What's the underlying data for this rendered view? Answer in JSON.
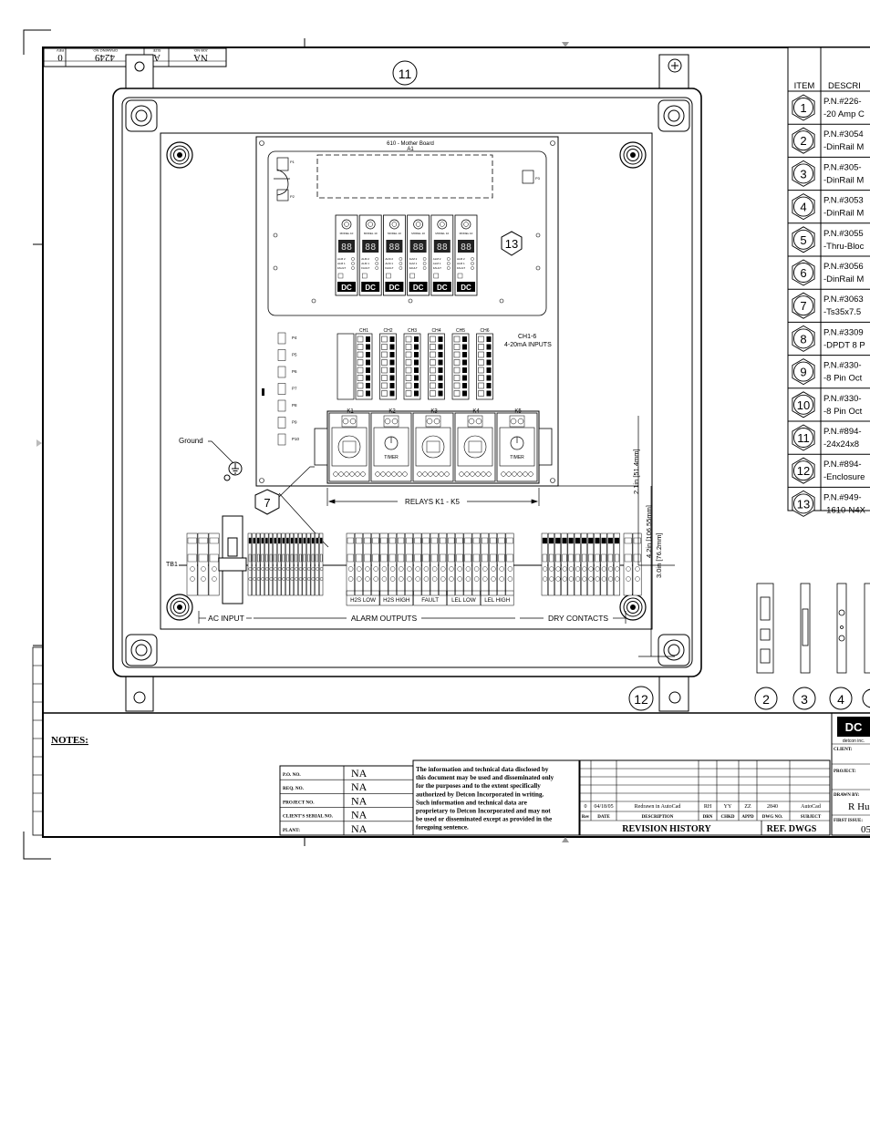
{
  "title_block_top": {
    "rev": "0",
    "rev_label": "REV",
    "drawing_no": "4249",
    "drawing_no_label": "DRAWING NO.",
    "size": "A",
    "size_label": "SIZE",
    "job_no": "NA",
    "job_no_label": "JOB NO."
  },
  "enclosure": {
    "callout_11": "11",
    "callout_12": "12",
    "callout_13": "13",
    "callout_7": "7"
  },
  "mother_board": {
    "title": "610 - Mother Board",
    "subtitle": "A1",
    "connector_labels": [
      "P1",
      "P2",
      "P3"
    ],
    "module_label": "MODEL 10",
    "module_count": 6,
    "module_logo": "DC",
    "alarm_labels": [
      "ALM 2",
      "ALM 1",
      "FAULT"
    ]
  },
  "channels": {
    "labels": [
      "CH1",
      "CH2",
      "CH3",
      "CH4",
      "CH5",
      "CH6"
    ],
    "note_line1": "CH1-6",
    "note_line2": "4-20mA INPUTS",
    "side_labels": [
      "P4",
      "P5",
      "P6",
      "P7",
      "P8",
      "P9",
      "P10"
    ]
  },
  "relays": {
    "labels": [
      "K1",
      "K2",
      "K3",
      "K4",
      "K5"
    ],
    "timer_label": "TIMER",
    "caption": "RELAYS K1 - K5"
  },
  "ground_label": "Ground",
  "terminal_block": {
    "tb_label": "TB1",
    "groups": [
      "H2S LOW",
      "H2S HIGH",
      "FAULT",
      "LEL LOW",
      "LEL HIGH"
    ],
    "sections": [
      "AC INPUT",
      "ALARM OUTPUTS",
      "DRY CONTACTS"
    ]
  },
  "dimensions": {
    "d1": "2.1in [51.4mm]",
    "d2": "4.2in [106.55mm]",
    "d3": "3.0in [76.2mm]"
  },
  "parts_table": {
    "header_item": "ITEM",
    "header_desc": "DESCRI",
    "rows": [
      {
        "item": "1",
        "line1": "P.N.#226-",
        "line2": "-20 Amp C"
      },
      {
        "item": "2",
        "line1": "P.N.#3054",
        "line2": "-DinRail M"
      },
      {
        "item": "3",
        "line1": "P.N.#305-",
        "line2": "-DinRail M"
      },
      {
        "item": "4",
        "line1": "P.N.#3053",
        "line2": "-DinRail M"
      },
      {
        "item": "5",
        "line1": "P.N.#3055",
        "line2": "-Thru-Bloc"
      },
      {
        "item": "6",
        "line1": "P.N.#3056",
        "line2": "-DinRail M"
      },
      {
        "item": "7",
        "line1": "P.N.#3063",
        "line2": "-Ts35x7.5"
      },
      {
        "item": "8",
        "line1": "P.N.#3309",
        "line2": "-DPDT 8 P"
      },
      {
        "item": "9",
        "line1": "P.N.#330-",
        "line2": "-8 Pin Oct"
      },
      {
        "item": "10",
        "line1": "P.N.#330-",
        "line2": "-8 Pin Oct"
      },
      {
        "item": "11",
        "line1": "P.N.#894-",
        "line2": "-24x24x8"
      },
      {
        "item": "12",
        "line1": "P.N.#894-",
        "line2": "-Enclosure"
      },
      {
        "item": "13",
        "line1": "P.N.#949-",
        "line2": "-1610-N4X"
      }
    ]
  },
  "side_callouts": [
    "2",
    "3",
    "4"
  ],
  "notes": {
    "title": "NOTES:",
    "fields": [
      {
        "label": "P.O. NO.",
        "value": "NA"
      },
      {
        "label": "REQ. NO.",
        "value": "NA"
      },
      {
        "label": "PROJECT NO.",
        "value": "NA"
      },
      {
        "label": "CLIENT'S SERIAL NO.",
        "value": "NA"
      },
      {
        "label": "PLANT:",
        "value": "NA"
      }
    ],
    "disclaimer": [
      "The information and technical data disclosed by",
      "this document may be used and disseminated only",
      "for the purposes and to the extent specifically",
      "authorized by Detcon Incorporated in writing.",
      "Such information and technical data are",
      "proprietary to Detcon Incorporated and may not",
      "be used or disseminated except as provided in the",
      "foregoing sentence."
    ]
  },
  "revision": {
    "entry": {
      "rev": "0",
      "date": "04/18/05",
      "description": "Redrawn in AutoCad",
      "drn": "RH",
      "chkd": "YY",
      "appd": "ZZ",
      "dwg_no": "2840",
      "subject": "AutoCad"
    },
    "headers": {
      "rev": "Rev",
      "date": "DATE",
      "description": "DESCRIPTION",
      "drn": "DRN",
      "chkd": "CHKD",
      "appd": "APPD",
      "dwg_no": "DWG NO.",
      "subject": "SUBJECT"
    },
    "title": "REVISION HISTORY",
    "ref_title": "REF. DWGS"
  },
  "company_block": {
    "company": "detcon inc.",
    "client_label": "CLIENT:",
    "project_label": "PROJECT:",
    "drawn_by_label": "DRAWN BY:",
    "drawn_by": "R Hu",
    "first_issue_label": "FIRST ISSUE:",
    "first_issue": "05"
  }
}
